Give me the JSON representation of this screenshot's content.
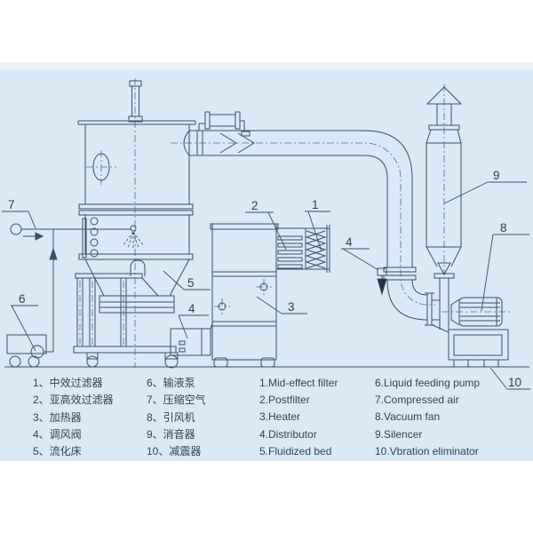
{
  "drawing": {
    "type": "fluid-bed-dryer-flow-diagram",
    "callouts": {
      "c1": "1",
      "c2": "2",
      "c3": "3",
      "c4_left": "4",
      "c4_right": "4",
      "c5": "5",
      "c6": "6",
      "c7": "7",
      "c8": "8",
      "c9": "9",
      "c10": "10"
    }
  },
  "legend": {
    "cn": [
      "1、中效过滤器",
      "2、亚高效过滤器",
      "3、加热器",
      "4、调风阀",
      "5、流化床",
      "6、输液泵",
      "7、压缩空气",
      "8、引风机",
      "9、消音器",
      "10、减震器"
    ],
    "en": [
      "1.Mid-effect filter",
      "2.Postfilter",
      "3.Heater",
      "4.Distributor",
      "5.Fluidized bed",
      "6.Liquid feeding pump",
      "7.Compressed air",
      "8.Vacuum fan",
      "9.Silencer",
      "10.Vbration eliminator"
    ]
  },
  "colors": {
    "canvas_blue": "#d9e9f5",
    "canvas_light_strip": "#e9f2f9",
    "page_white": "#ffffff",
    "line": "#3d4f63",
    "text": "#39434d"
  }
}
